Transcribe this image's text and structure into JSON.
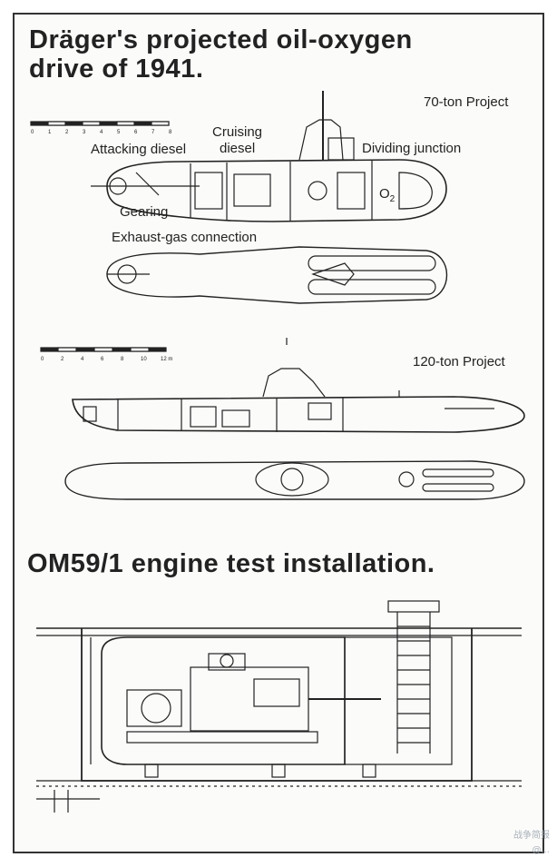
{
  "title_1941_line1": "Dräger's projected oil-oxygen",
  "title_1941_line2": "drive of 1941.",
  "title_om59": "OM59/1 engine test installation.",
  "labels": {
    "project_70": "70-ton Project",
    "project_120": "120-ton Project",
    "cruising": "Cruising",
    "diesel": "diesel",
    "attacking_diesel": "Attacking diesel",
    "dividing_junction": "Dividing junction",
    "gearing": "Gearing",
    "exhaust_gas": "Exhaust-gas connection",
    "o2": "O",
    "o2_sub": "2"
  },
  "scale_70": [
    "0",
    "1",
    "2",
    "3",
    "4",
    "5",
    "6",
    "7",
    "8"
  ],
  "scale_120": [
    "0",
    "2",
    "4",
    "6",
    "8",
    "10",
    "12 m"
  ],
  "watermark": {
    "line1": "战争简报",
    "line2": "@..."
  },
  "colors": {
    "ink": "#222222",
    "paper": "#fbfbf9",
    "border": "#333333"
  }
}
